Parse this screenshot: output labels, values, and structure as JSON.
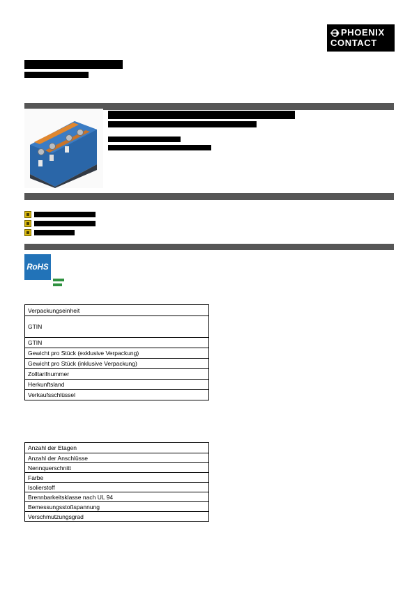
{
  "logo": {
    "line1": "PHOENIX",
    "line2": "CONTACT"
  },
  "rohs": {
    "label": "RoHS"
  },
  "packaging_table": {
    "rows": [
      "Verpackungseinheit",
      "GTIN",
      "GTIN",
      "Gewicht pro Stück (exklusive Verpackung)",
      "Gewicht pro Stück (inklusive Verpackung)",
      "Zolltarifnummer",
      "Herkunftsland",
      "Verkaufsschlüssel"
    ]
  },
  "technical_table": {
    "rows": [
      "Anzahl der Etagen",
      "Anzahl der Anschlüsse",
      "Nennquerschnitt",
      "Farbe",
      "Isolierstoff",
      "Brennbarkeitsklasse nach UL 94",
      "Bemessungsstoßspannung",
      "Verschmutzungsgrad"
    ]
  },
  "icons": {
    "logo_mark": "circle-arrow",
    "cert_icon": "yellow-certificate",
    "rohs_logo": "rohs-compliance-square",
    "green_mark": "compliance-mark"
  },
  "colors": {
    "section_bar": "#565656",
    "redacted_text": "#000000",
    "rohs_blue": "#2273b8",
    "cert_yellow": "#d8b70e",
    "green_mark": "#2f9140",
    "product_blue": "#2a66a8",
    "product_orange": "#e0872f"
  }
}
